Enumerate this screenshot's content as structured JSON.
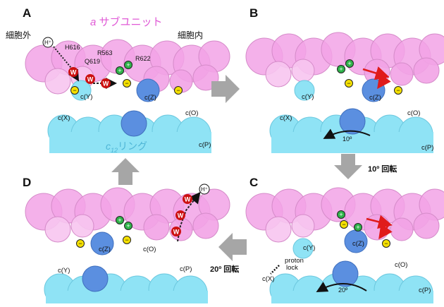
{
  "colors": {
    "a_subunit": "#f2a3e6",
    "c_ring": "#8fe3f5",
    "c_ring_dark": "#5b8fe0",
    "water_red": "#cc1111",
    "minus_yellow": "#f5e000",
    "plus_green": "#2fb34a",
    "arrow_gray": "#a6a6a6",
    "force_red": "#e01b1b"
  },
  "title": {
    "prefix": "a",
    "text": " サブユニット"
  },
  "panels": {
    "A": {
      "letter": "A",
      "outside_label": "細胞外",
      "inside_label": "細胞内",
      "proton": "H⁺",
      "residues": [
        "H616",
        "R563",
        "Q619",
        "R622"
      ],
      "water": "W",
      "c_labels": [
        "c(Y)",
        "c(Z)",
        "c(X)",
        "c(O)",
        "c(P)"
      ],
      "ring_label_main": "c",
      "ring_label_sub": "12",
      "ring_label_suffix": "リング"
    },
    "B": {
      "letter": "B",
      "c_labels": [
        "c(Y)",
        "c(Z)",
        "c(X)",
        "c(O)",
        "c(P)"
      ],
      "angle": "10º"
    },
    "C": {
      "letter": "C",
      "c_labels": [
        "c(Y)",
        "c(Z)",
        "c(X)",
        "c(O)",
        "c(P)"
      ],
      "angle": "20º",
      "lock_line1": "proton",
      "lock_line2": "lock"
    },
    "D": {
      "letter": "D",
      "proton": "H⁺",
      "water": "W",
      "c_labels": [
        "c(Z)",
        "c(O)",
        "c(Y)",
        "c(P)"
      ]
    }
  },
  "steps": {
    "rotate_10": "10º 回転",
    "rotate_20": "20º 回転"
  },
  "symbols": {
    "minus": "−",
    "plus": "+"
  }
}
